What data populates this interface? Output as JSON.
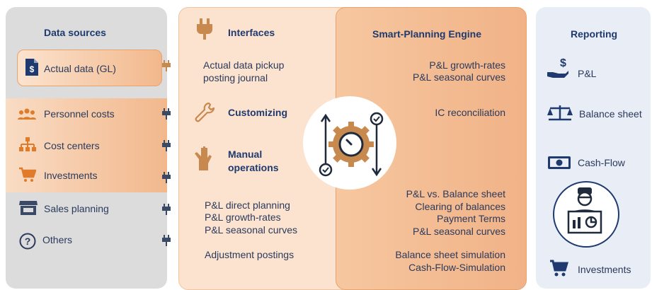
{
  "sources": {
    "title": "Data sources",
    "actual": "Actual data (GL)",
    "personnel": "Personnel costs",
    "cost_centers": "Cost centers",
    "investments": "Investments",
    "sales": "Sales planning",
    "others": "Others"
  },
  "interfaces": {
    "title": "Interfaces",
    "line1": "Actual data pickup",
    "line2": "posting journal",
    "customizing": "Customizing",
    "manual1": "Manual",
    "manual2": "operations",
    "direct": "P&L direct planning",
    "growth": "P&L growth-rates",
    "seasonal": "P&L seasonal curves",
    "adjust": "Adjustment postings"
  },
  "engine": {
    "title": "Smart-Planning Engine",
    "growth": "P&L growth-rates",
    "seasonal": "P&L seasonal curves",
    "ic": "IC reconciliation",
    "pl_bs": "P&L vs. Balance sheet",
    "clearing": "Clearing of balances",
    "terms": "Payment Terms",
    "seasonal2": "P&L seasonal curves",
    "bs_sim": "Balance sheet simulation",
    "cf_sim": "Cash-Flow-Simulation"
  },
  "reporting": {
    "title": "Reporting",
    "pl": "P&L",
    "bs": "Balance sheet",
    "cf": "Cash-Flow",
    "inv": "Investments"
  },
  "colors": {
    "grey_panel": "#dcdcdc",
    "orange_light": "#fbe3cf",
    "orange_mid": "#f3b98a",
    "reporting_bg": "#e8edf6",
    "brown": "#c8894e",
    "navy": "#1f3a6e"
  },
  "icons": [
    "dollar-document-icon",
    "people-icon",
    "org-chart-icon",
    "cart-icon",
    "store-icon",
    "question-icon",
    "plug-icon",
    "wrench-icon",
    "hand-icon",
    "gauge-icon",
    "hand-dollar-icon",
    "scale-icon",
    "banknote-icon",
    "person-dashboard-icon"
  ]
}
